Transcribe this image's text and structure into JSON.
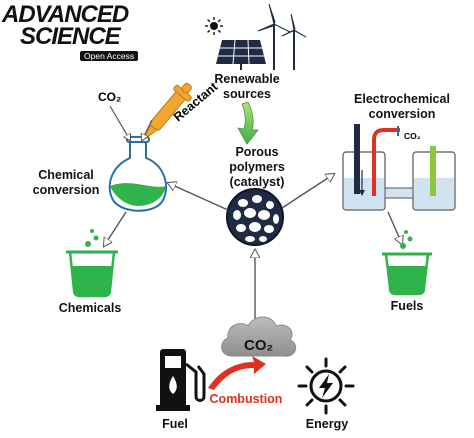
{
  "logo": {
    "line1": "ADVANCED",
    "line2": "SCIENCE",
    "badge": "Open Access"
  },
  "nodes": {
    "renewable": "Renewable\nsources",
    "porous": "Porous\npolymers\n(catalyst)",
    "electrochemical": "Electrochemical\nconversion",
    "chemical_conversion": "Chemical\nconversion",
    "chemicals": "Chemicals",
    "fuels": "Fuels",
    "fuel": "Fuel",
    "energy": "Energy",
    "combustion": "Combustion",
    "reactant": "Reactant",
    "co2_flask": "CO₂",
    "co2_cloud": "CO₂",
    "co2_cell": "CO₂"
  },
  "icons": [
    "sun-icon",
    "solar-panel-icon",
    "wind-turbine-icon",
    "flask-icon",
    "dropper-icon",
    "electrochemical-cell-icon",
    "beaker-icon",
    "fuel-pump-icon",
    "energy-bolt-icon",
    "cloud-icon",
    "polymer-sphere-icon"
  ],
  "colors": {
    "green": "#2fb34a",
    "light_green": "#8dc63f",
    "red": "#e0301e",
    "navy": "#1f2a44",
    "orange": "#f2a62f",
    "cell_blue": "#cfe3f1"
  }
}
